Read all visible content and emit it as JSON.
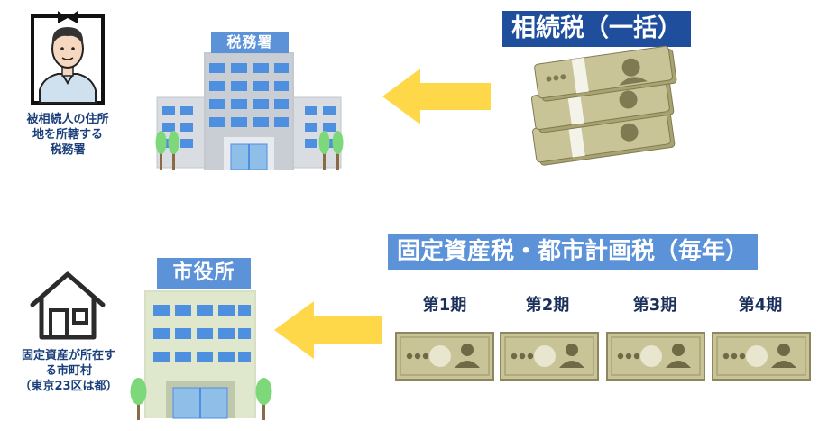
{
  "top_row": {
    "taxpayer_caption_lines": [
      "被相続人の住所",
      "地を所轄する",
      "税務署"
    ],
    "office_sign": "税務署",
    "tax_banner": "相続税（一括）"
  },
  "bottom_row": {
    "property_caption_lines": [
      "固定資産が所在す",
      "る市町村",
      "（東京23区は都）"
    ],
    "office_sign": "市役所",
    "tax_banner": "固定資産税・都市計画税（毎年）",
    "installments": [
      "第1期",
      "第2期",
      "第3期",
      "第4期"
    ]
  },
  "colors": {
    "banner_navy": "#1f4f9c",
    "banner_sky": "#5b92d8",
    "arrow_yellow": "#ffd84a",
    "banknote": "#c9c497",
    "caption_text": "#1a3f7a"
  },
  "icons": {
    "person": "portrait-person-icon",
    "tax_office": "tax-office-building-icon",
    "city_hall": "city-hall-building-icon",
    "house": "house-icon",
    "cash": "banknote-bundle-icon",
    "arrow": "left-arrow-icon"
  }
}
